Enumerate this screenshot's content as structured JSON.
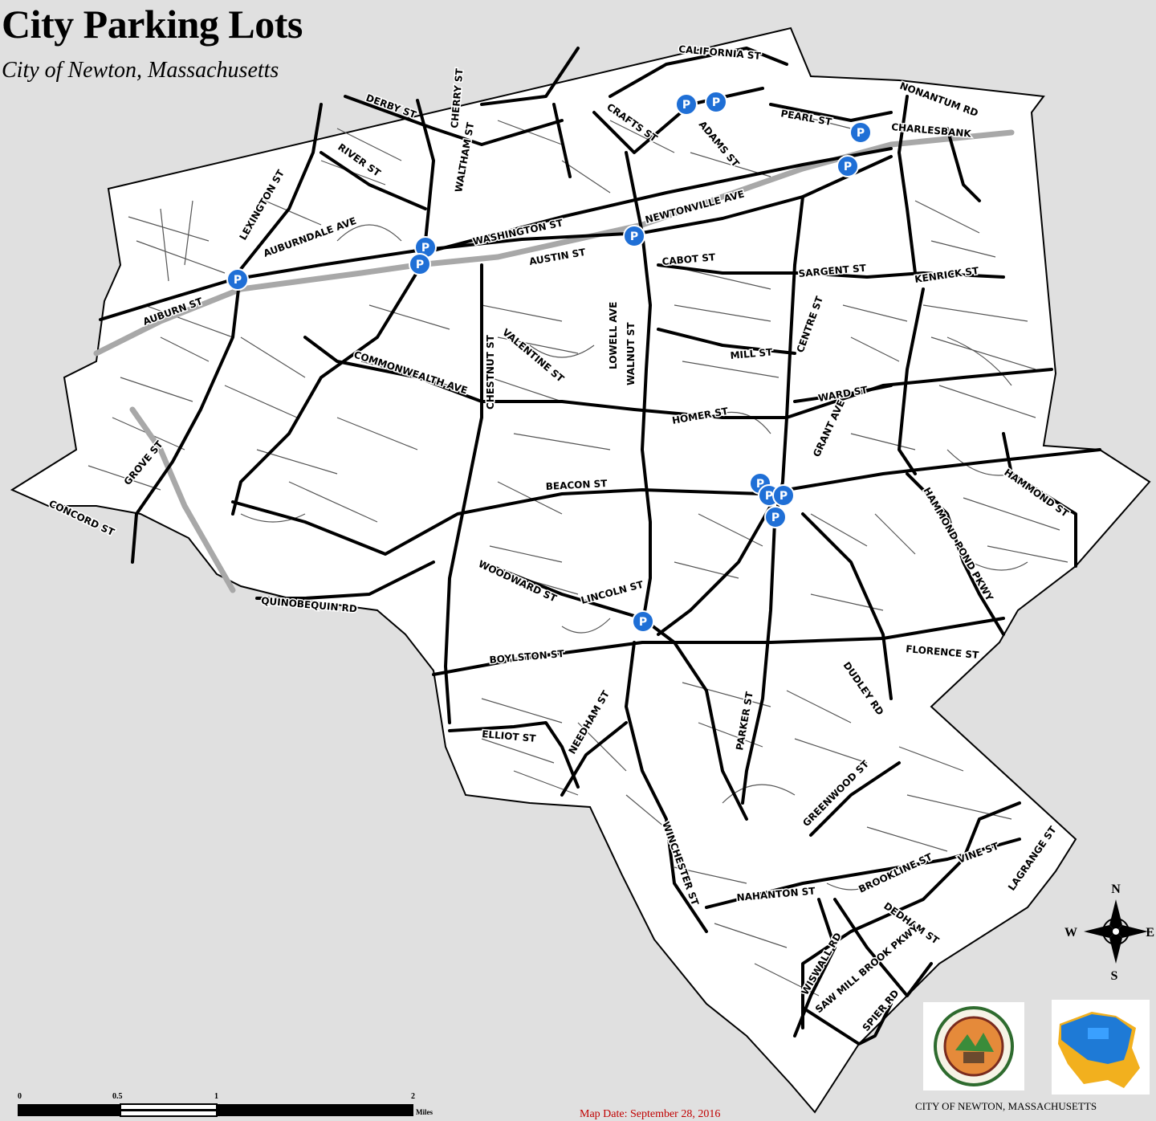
{
  "title": "City Parking Lots",
  "subtitle": "City of Newton, Massachusetts",
  "map_date": "Map Date: September 28, 2016",
  "footer_city": "CITY OF NEWTON, MASSACHUSETTS",
  "compass": {
    "n": "N",
    "s": "S",
    "w": "W",
    "e": "E"
  },
  "scale_bar": {
    "ticks": [
      "0",
      "0.5",
      "1",
      "2"
    ],
    "unit": "Miles"
  },
  "parking_marker_label": "P",
  "logos": {
    "seal": "city-seal",
    "map_badge": "newton-map-logo"
  },
  "street_labels": [
    "CALIFORNIA ST",
    "NONANTUM RD",
    "CHARLESBANK",
    "PEARL ST",
    "CRAFTS ST",
    "ADAMS ST",
    "DERBY ST",
    "RIVER ST",
    "LEXINGTON ST",
    "AUBURNDALE AVE",
    "WASHINGTON ST",
    "AUSTIN ST",
    "NEWTONVILLE AVE",
    "CABOT ST",
    "SARGENT ST",
    "KENRICK ST",
    "AUBURN ST",
    "COMMONWEALTH AVE",
    "VALENTINE ST",
    "MILL ST",
    "CENTRE ST",
    "LOWELL AVE",
    "WALNUT ST",
    "HOMER ST",
    "WARD ST",
    "BEACON ST",
    "HAMMOND POND PKWY",
    "HAMMOND ST",
    "GROVE ST",
    "CONCORD ST",
    "QUINOBEQUIN RD",
    "WOODWARD ST",
    "LINCOLN ST",
    "BOYLSTON ST",
    "ELLIOT ST",
    "NEEDHAM ST",
    "DUDLEY RD",
    "FLORENCE ST",
    "PARKER ST",
    "GREENWOOD ST",
    "NAHANTON ST",
    "WINCHESTER ST",
    "BROOKLINE ST",
    "DEDHAM ST",
    "LAGRANGE ST",
    "VINE ST",
    "WISWALL RD",
    "SAW MILL BROOK PKWY",
    "SPIER RD",
    "CHESTNUT ST",
    "GRANT AVE",
    "CHERRY ST",
    "WALTHAM ST",
    "HOMER ST"
  ]
}
